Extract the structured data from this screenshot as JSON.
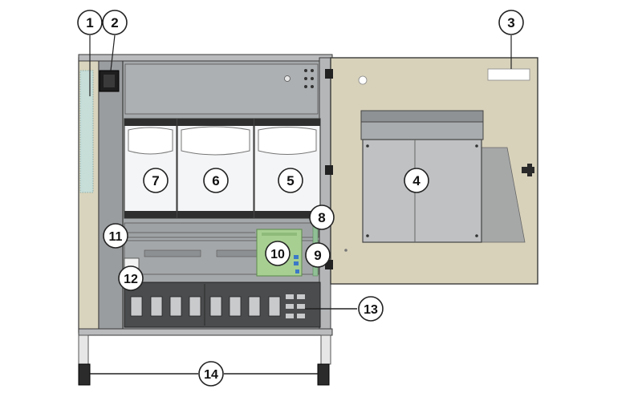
{
  "callouts": [
    {
      "id": "c1",
      "label": "1"
    },
    {
      "id": "c2",
      "label": "2"
    },
    {
      "id": "c3",
      "label": "3"
    },
    {
      "id": "c4",
      "label": "4"
    },
    {
      "id": "c5",
      "label": "5"
    },
    {
      "id": "c6",
      "label": "6"
    },
    {
      "id": "c7",
      "label": "7"
    },
    {
      "id": "c8",
      "label": "8"
    },
    {
      "id": "c9",
      "label": "9"
    },
    {
      "id": "c10",
      "label": "10"
    },
    {
      "id": "c11",
      "label": "11"
    },
    {
      "id": "c12",
      "label": "12"
    },
    {
      "id": "c13",
      "label": "13"
    },
    {
      "id": "c14",
      "label": "14"
    }
  ],
  "colors": {
    "cabinet_beige": "#d9d4bd",
    "door_beige": "#d8d2bb",
    "interior_gray": "#9ea1a3",
    "module_white": "#f4f5f6",
    "board_green": "#a7cf92",
    "board_blue": "#3c78c8",
    "dark_panel": "#4a4c4e",
    "outline": "#3a3a3a"
  }
}
